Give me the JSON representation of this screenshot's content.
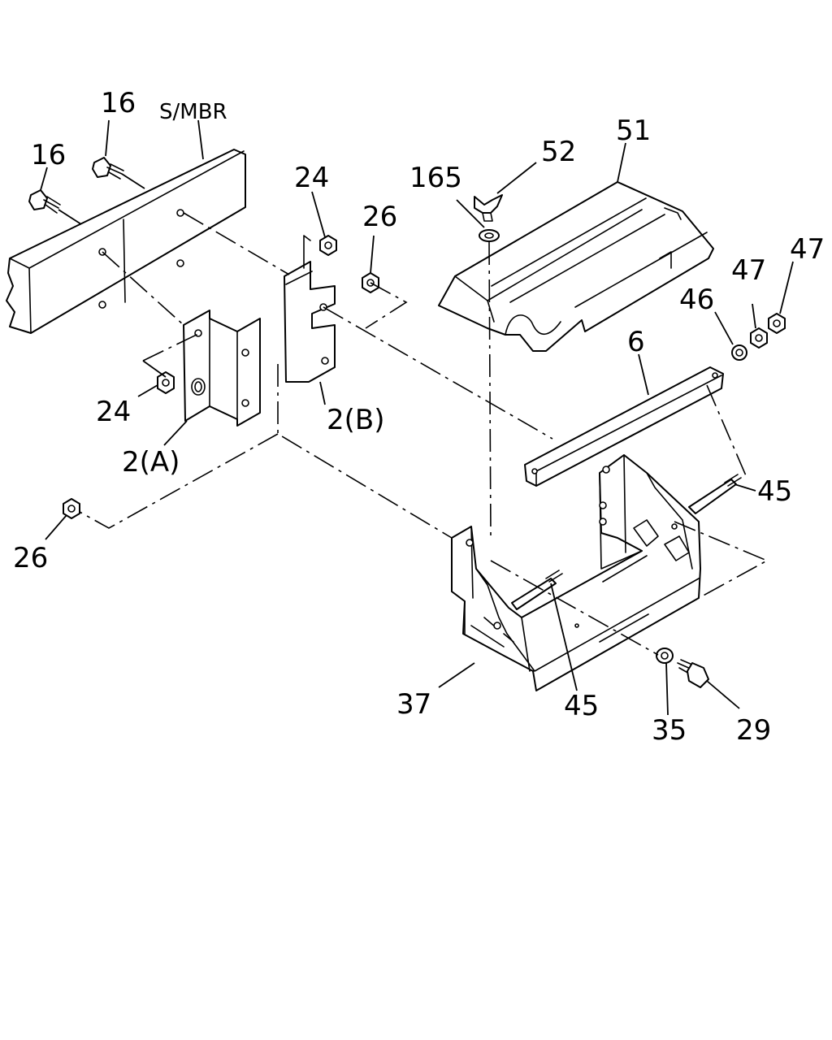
{
  "frame_label": "S/MBR",
  "labels": {
    "l16a": "16",
    "l16b": "16",
    "l24a": "24",
    "l24b": "24",
    "l26a": "26",
    "l26b": "26",
    "l2a": "2(A)",
    "l2b": "2(B)",
    "l165": "165",
    "l52": "52",
    "l51": "51",
    "l46": "46",
    "l47a": "47",
    "l47b": "47",
    "l6": "6",
    "l45a": "45",
    "l45b": "45",
    "l37": "37",
    "l35": "35",
    "l29": "29"
  }
}
